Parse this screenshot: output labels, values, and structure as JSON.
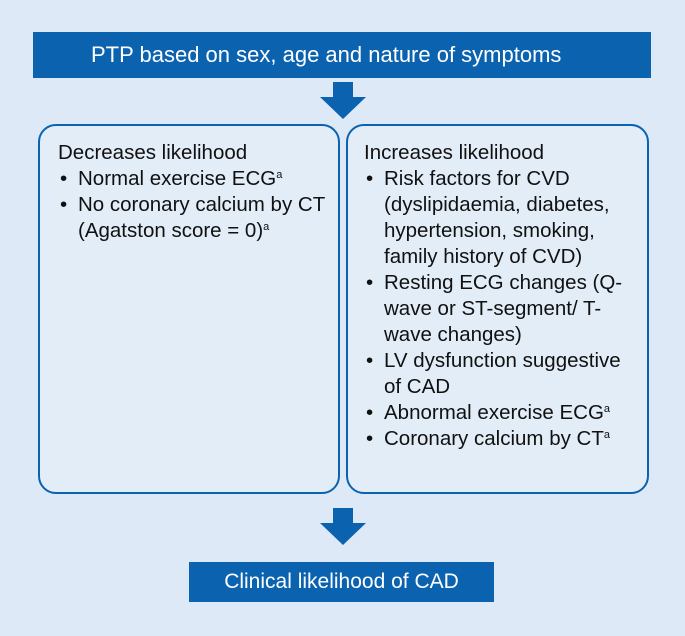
{
  "top_box": {
    "text": "PTP based on sex, age and nature of symptoms"
  },
  "left_box": {
    "title": "Decreases likelihood",
    "items": [
      {
        "text": "Normal exercise ECG",
        "sup": "a"
      },
      {
        "text": "No coronary calcium by CT (Agatston score = 0)",
        "sup": "a"
      }
    ]
  },
  "right_box": {
    "title": "Increases likelihood",
    "items": [
      {
        "text": "Risk factors for CVD (dyslipidaemia, diabetes, hypertension, smoking, family history of CVD)",
        "sup": ""
      },
      {
        "text": "Resting ECG changes (Q-wave or ST-segment/ T-wave changes)",
        "sup": ""
      },
      {
        "text": "LV dysfunction suggestive of CAD",
        "sup": ""
      },
      {
        "text": "Abnormal exercise ECG",
        "sup": "a"
      },
      {
        "text": "Coronary calcium by CT",
        "sup": "a"
      }
    ]
  },
  "bottom_box": {
    "text": "Clinical likelihood of CAD"
  },
  "colors": {
    "box_fill": "#0b63b0",
    "background": "#dde9f6",
    "border": "#0b63b0"
  }
}
